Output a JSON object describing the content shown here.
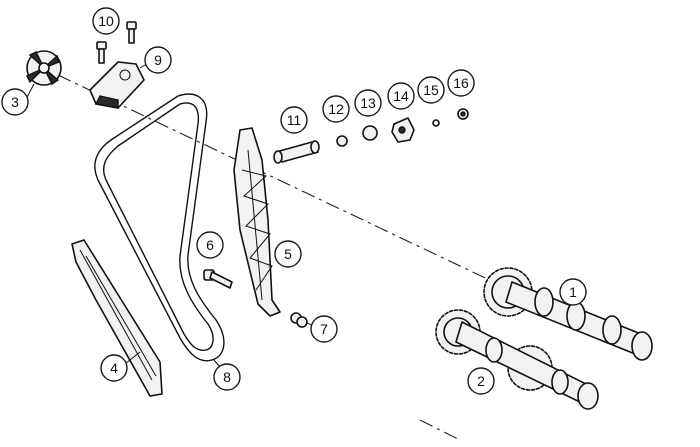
{
  "colors": {
    "ink": "#111111",
    "paper": "#ffffff",
    "fill": "#f2f2f2"
  },
  "callouts": [
    {
      "id": "1",
      "label": "1"
    },
    {
      "id": "2",
      "label": "2"
    },
    {
      "id": "3",
      "label": "3"
    },
    {
      "id": "4",
      "label": "4"
    },
    {
      "id": "5",
      "label": "5"
    },
    {
      "id": "6",
      "label": "6"
    },
    {
      "id": "7",
      "label": "7"
    },
    {
      "id": "8",
      "label": "8"
    },
    {
      "id": "9",
      "label": "9"
    },
    {
      "id": "10",
      "label": "10"
    },
    {
      "id": "11",
      "label": "11"
    },
    {
      "id": "12",
      "label": "12"
    },
    {
      "id": "13",
      "label": "13"
    },
    {
      "id": "14",
      "label": "14"
    },
    {
      "id": "15",
      "label": "15"
    },
    {
      "id": "16",
      "label": "16"
    }
  ]
}
